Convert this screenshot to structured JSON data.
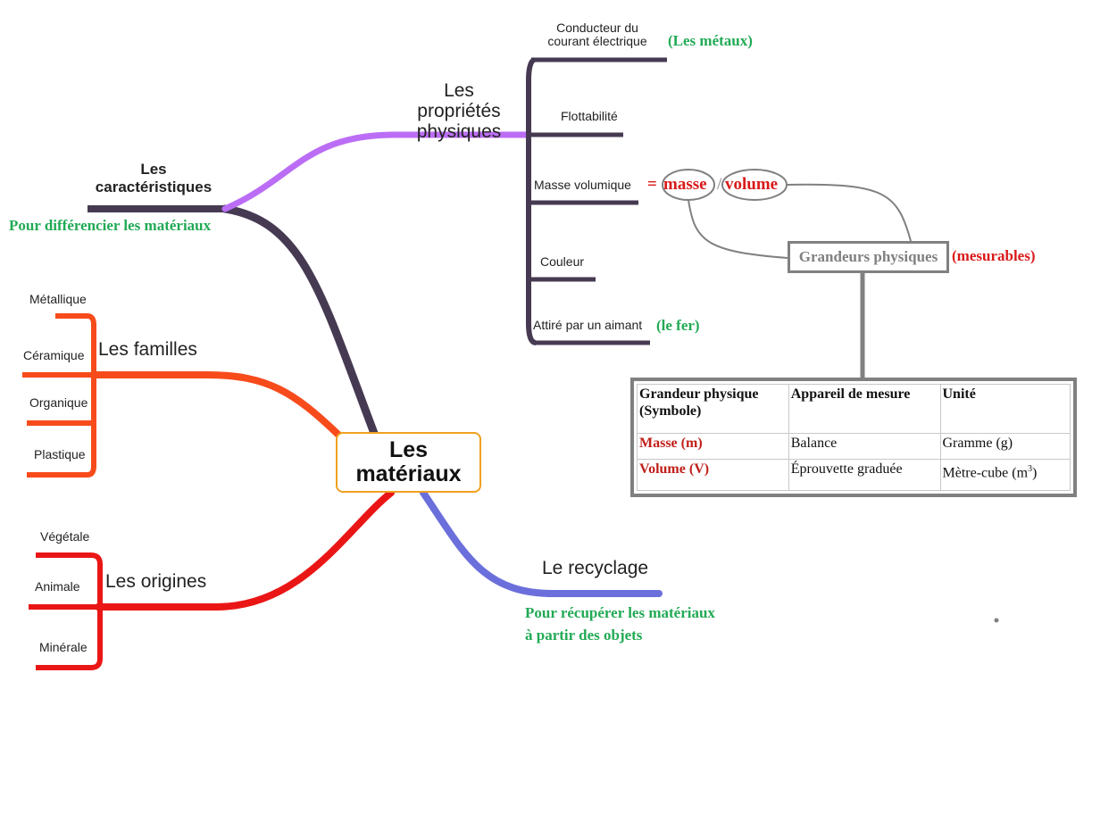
{
  "center": {
    "title": "Les\nmatériaux"
  },
  "caracteristiques": {
    "title": "Les\ncaractéristiques",
    "note": "Pour différencier les matériaux"
  },
  "proprietes": {
    "title": "Les\npropriétés\nphysiques",
    "items": {
      "conducteur": "Conducteur  du\ncourant  électrique",
      "conducteur_note": "(Les métaux)",
      "flottabilite": "Flottabilité",
      "masse_vol": "Masse volumique",
      "couleur": "Couleur",
      "aimant": "Attiré par un aimant",
      "aimant_note": "(le fer)"
    },
    "formula": {
      "equals": "=",
      "masse": "masse",
      "slash": "/",
      "volume": "volume"
    },
    "grandeurs": "Grandeurs physiques",
    "mesurables": "(mesurables)"
  },
  "familles": {
    "title": "Les familles",
    "items": [
      "Métallique",
      "Céramique",
      "Organique",
      "Plastique"
    ]
  },
  "origines": {
    "title": "Les origines",
    "items": [
      "Végétale",
      "Animale",
      "Minérale"
    ]
  },
  "recyclage": {
    "title": "Le recyclage",
    "note1": "Pour récupérer les matériaux",
    "note2": "à partir des objets"
  },
  "table": {
    "headers": [
      "Grandeur physique (Symbole)",
      "Appareil de mesure",
      "Unité"
    ],
    "rows": [
      [
        "Masse (m)",
        "Balance",
        "Gramme (g)"
      ],
      [
        "Volume (V)",
        "Éprouvette graduée",
        "Mètre-cube (m",
        "3",
        ")"
      ]
    ]
  },
  "colors": {
    "dark": "#463a52",
    "violet": "#bb6ef5",
    "orange": "#f74b1c",
    "red": "#ea1616",
    "blue": "#6b6fdb",
    "gray": "#808080",
    "green": "#22aa55",
    "accent_red": "#d91a1a",
    "center_border": "#f0a020"
  }
}
